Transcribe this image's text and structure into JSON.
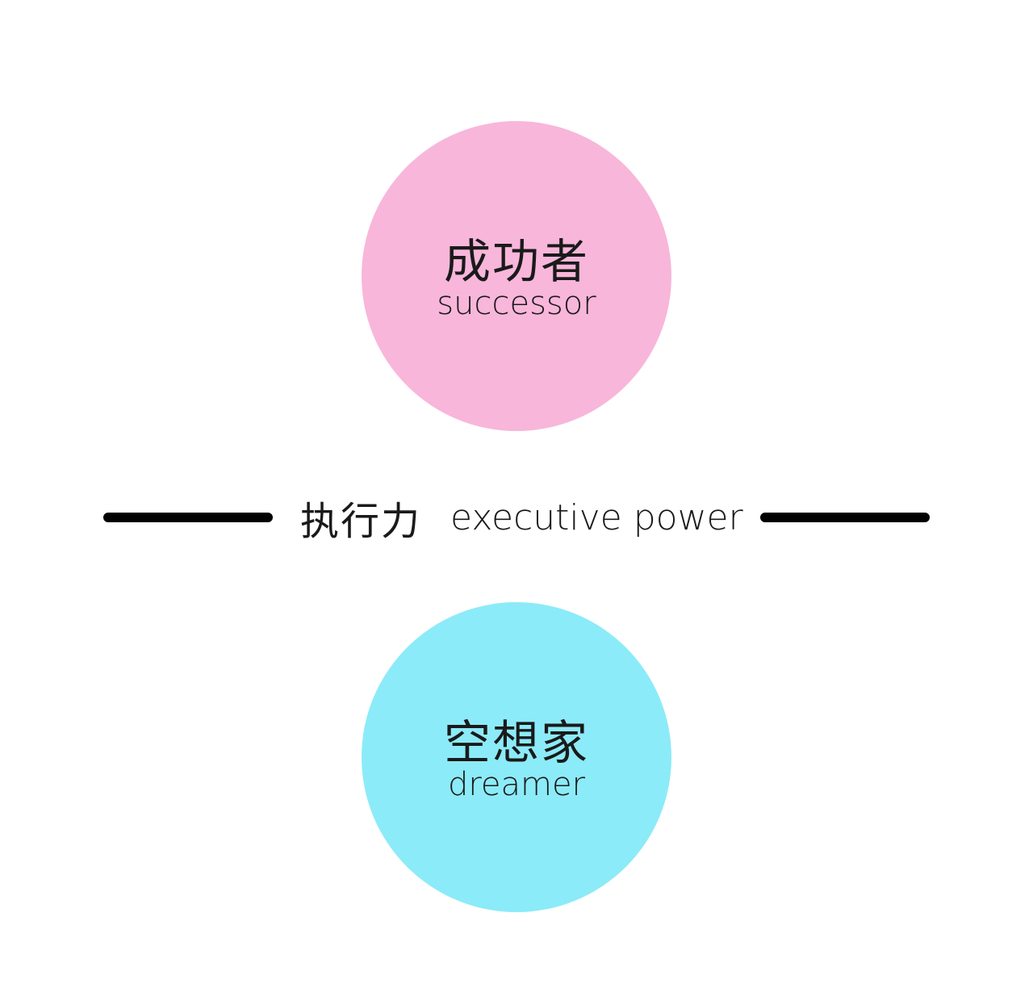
{
  "top_circle": {
    "label_zh": "成功者",
    "label_en": "successor",
    "color": "#F8B6DA"
  },
  "divider": {
    "label_zh": "执行力",
    "label_en": "executive power",
    "line_color": "#000000"
  },
  "bottom_circle": {
    "label_zh": "空想家",
    "label_en": "dreamer",
    "color": "#8CEBF8"
  }
}
